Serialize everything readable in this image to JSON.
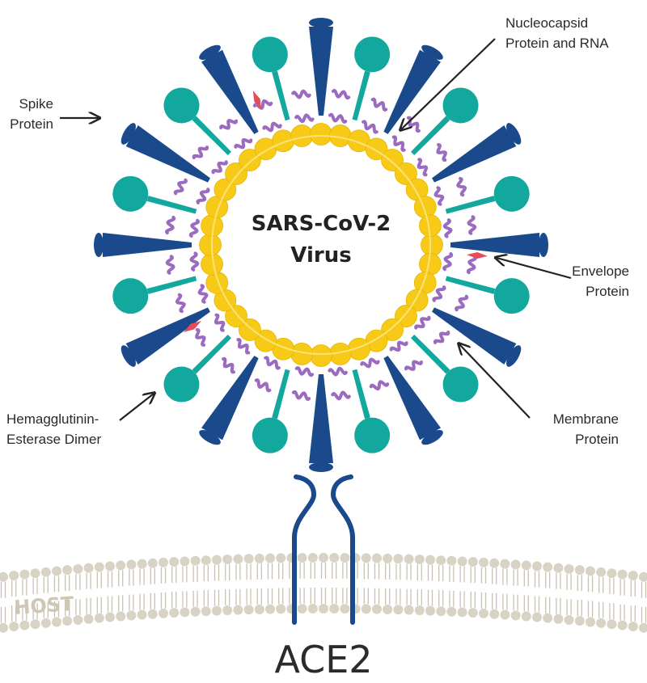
{
  "diagram": {
    "center_label_line1": "SARS-CoV-2",
    "center_label_line2": "Virus",
    "labels": {
      "nucleocapsid_line1": "Nucleocapsid",
      "nucleocapsid_line2": "Protein and RNA",
      "spike_line1": "Spike",
      "spike_line2": "Protein",
      "envelope_line1": "Envelope",
      "envelope_line2": "Protein",
      "he_dimer_line1": "Hemagglutinin-",
      "he_dimer_line2": "Esterase Dimer",
      "membrane_line1": "Membrane",
      "membrane_line2": "Protein",
      "host": "HOST",
      "receptor": "ACE2"
    },
    "colors": {
      "spike": "#1a4a8c",
      "he_dimer": "#13a89e",
      "envelope_shell": "#f7ca18",
      "envelope_shell_stroke": "#e8b600",
      "membrane_protein": "#9b6bbf",
      "envelope_protein": "#e84c5a",
      "membrane_head": "#d9d3c5",
      "membrane_line": "#c9c2b2",
      "host_text": "#cfc6b3",
      "arrow": "#222222"
    }
  }
}
